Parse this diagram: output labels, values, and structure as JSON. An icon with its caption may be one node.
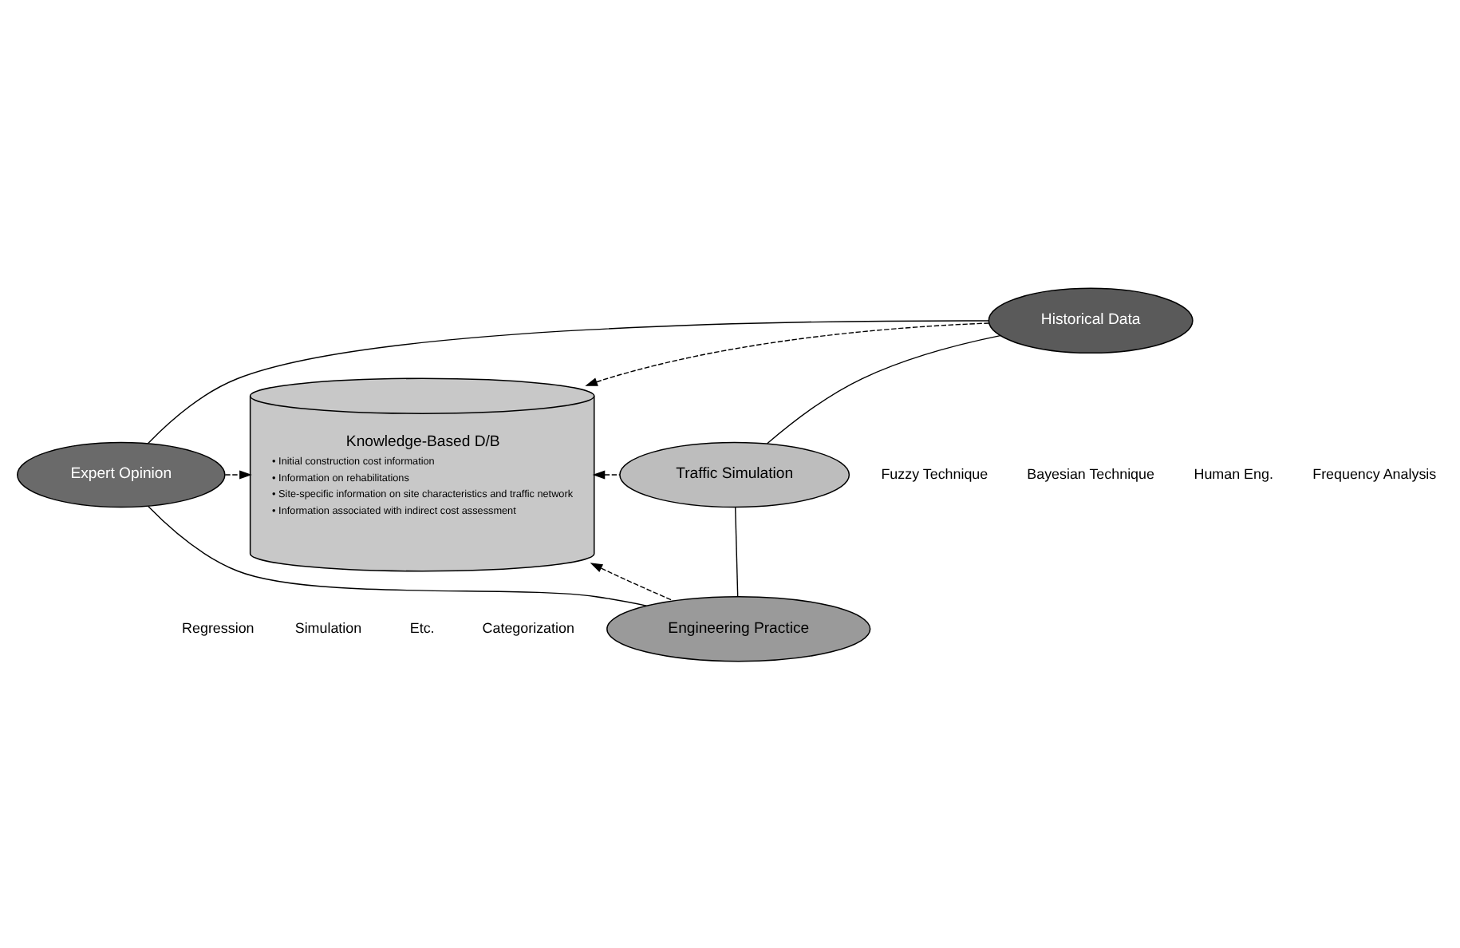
{
  "diagram": {
    "nodes": [
      {
        "text": [
          "Historical Data"
        ]
      },
      {
        "text": [
          "Expert Opinion"
        ]
      },
      {
        "text": [
          "Knowledge-Based D/B",
          "• Initial construction cost information",
          "• Information on rehabilitations",
          "• Site-specific information on site characteristics and traffic network",
          "• Information associated with indirect cost assessment"
        ]
      },
      {
        "text": [
          "Traffic Simulation"
        ]
      },
      {
        "text": [
          "Engineering Practice"
        ]
      }
    ],
    "edges": [
      {
        "from": 0,
        "to": 2,
        "arrow": "to",
        "style": "dashed"
      },
      {
        "from": 1,
        "to": 2,
        "arrow": "to",
        "style": "dashed"
      },
      {
        "from": 3,
        "to": 2,
        "arrow": "to",
        "style": "dashed"
      },
      {
        "from": 4,
        "to": 2,
        "arrow": "to",
        "style": "dashed"
      },
      {
        "from": 0,
        "to": 1,
        "arrow": "none"
      },
      {
        "from": 0,
        "to": 3,
        "arrow": "none"
      },
      {
        "from": 1,
        "to": 4,
        "arrow": "none"
      },
      {
        "from": 3,
        "to": 4,
        "arrow": "none"
      }
    ],
    "labels": [
      "Fuzzy Technique",
      "Bayesian Technique",
      "Human Eng.",
      "Frequency Analysis",
      "Regression",
      "Simulation",
      "Etc.",
      "Categorization"
    ]
  }
}
